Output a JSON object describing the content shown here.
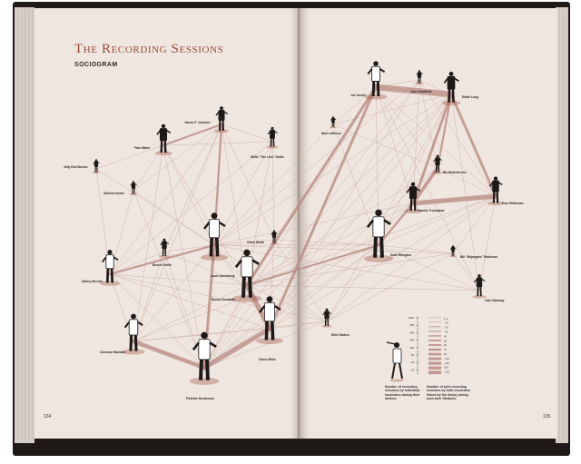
{
  "spread": {
    "title": "The Recording Sessions",
    "subtitle": "SOCIOGRAM",
    "page_left": "134",
    "page_right": "135"
  },
  "musicians": [
    {
      "id": "jelly",
      "label": "Jelly Roll Morton"
    },
    {
      "id": "fats",
      "label": "Fats Waller"
    },
    {
      "id": "jpj",
      "label": "James P. Johnson"
    },
    {
      "id": "willie",
      "label": "Willie “The Lion” Smith"
    },
    {
      "id": "alberta",
      "label": "Alberta Hunter"
    },
    {
      "id": "bessie",
      "label": "Bessie Smith"
    },
    {
      "id": "louis",
      "label": "Louis Armstrong"
    },
    {
      "id": "chick",
      "label": "Chick Webb"
    },
    {
      "id": "sidney",
      "label": "Sidney Bechet"
    },
    {
      "id": "benny",
      "label": "Benny Goodman"
    },
    {
      "id": "coleman",
      "label": "Coleman Hawkins"
    },
    {
      "id": "glenn",
      "label": "Glenn Miller"
    },
    {
      "id": "ethel",
      "label": "Ethel Waters"
    },
    {
      "id": "fletcher",
      "label": "Fletcher Henderson"
    },
    {
      "id": "joe",
      "label": "Joe Venuti"
    },
    {
      "id": "jean",
      "label": "Jean Goldkette"
    },
    {
      "id": "eddie",
      "label": "Eddie Lang"
    },
    {
      "id": "nick",
      "label": "Nick LaRocca"
    },
    {
      "id": "bix",
      "label": "Bix Beiderbecke"
    },
    {
      "id": "frankie",
      "label": "Frankie Trumbauer"
    },
    {
      "id": "paul",
      "label": "Paul Whiteman"
    },
    {
      "id": "duke",
      "label": "Duke Ellington"
    },
    {
      "id": "bill",
      "label": "Bill “Bojangles” Robinson"
    },
    {
      "id": "cab",
      "label": "Cab Calloway"
    }
  ],
  "links": [
    [
      "jelly",
      "sidney"
    ],
    [
      "jelly",
      "fats"
    ],
    [
      "jelly",
      "louis"
    ],
    [
      "fats",
      "jpj"
    ],
    [
      "fats",
      "alberta"
    ],
    [
      "fats",
      "benny"
    ],
    [
      "fats",
      "coleman"
    ],
    [
      "fats",
      "fletcher"
    ],
    [
      "fats",
      "louis"
    ],
    [
      "fats",
      "willie"
    ],
    [
      "jpj",
      "bessie"
    ],
    [
      "jpj",
      "louis"
    ],
    [
      "jpj",
      "sidney"
    ],
    [
      "jpj",
      "coleman"
    ],
    [
      "jpj",
      "chick"
    ],
    [
      "jpj",
      "benny"
    ],
    [
      "jpj",
      "fletcher"
    ],
    [
      "jpj",
      "willie"
    ],
    [
      "jpj",
      "alberta"
    ],
    [
      "willie",
      "louis"
    ],
    [
      "willie",
      "benny"
    ],
    [
      "willie",
      "chick"
    ],
    [
      "willie",
      "sidney"
    ],
    [
      "alberta",
      "louis"
    ],
    [
      "alberta",
      "sidney"
    ],
    [
      "alberta",
      "fletcher"
    ],
    [
      "bessie",
      "louis"
    ],
    [
      "bessie",
      "fletcher"
    ],
    [
      "bessie",
      "coleman"
    ],
    [
      "bessie",
      "benny"
    ],
    [
      "bessie",
      "sidney"
    ],
    [
      "louis",
      "fletcher"
    ],
    [
      "louis",
      "coleman"
    ],
    [
      "louis",
      "sidney"
    ],
    [
      "louis",
      "benny"
    ],
    [
      "louis",
      "glenn"
    ],
    [
      "louis",
      "chick"
    ],
    [
      "louis",
      "duke"
    ],
    [
      "louis",
      "ethel"
    ],
    [
      "louis",
      "eddie"
    ],
    [
      "louis",
      "jean"
    ],
    [
      "louis",
      "frankie"
    ],
    [
      "louis",
      "cab"
    ],
    [
      "louis",
      "nick"
    ],
    [
      "louis",
      "bill"
    ],
    [
      "chick",
      "benny"
    ],
    [
      "chick",
      "glenn"
    ],
    [
      "chick",
      "ethel"
    ],
    [
      "chick",
      "joe"
    ],
    [
      "chick",
      "duke"
    ],
    [
      "chick",
      "fletcher"
    ],
    [
      "sidney",
      "coleman"
    ],
    [
      "sidney",
      "fletcher"
    ],
    [
      "sidney",
      "benny"
    ],
    [
      "sidney",
      "glenn"
    ],
    [
      "sidney",
      "ethel"
    ],
    [
      "benny",
      "fletcher"
    ],
    [
      "benny",
      "coleman"
    ],
    [
      "benny",
      "glenn"
    ],
    [
      "benny",
      "ethel"
    ],
    [
      "benny",
      "joe"
    ],
    [
      "benny",
      "eddie"
    ],
    [
      "benny",
      "bix"
    ],
    [
      "benny",
      "frankie"
    ],
    [
      "benny",
      "duke"
    ],
    [
      "benny",
      "cab"
    ],
    [
      "benny",
      "paul"
    ],
    [
      "benny",
      "bill"
    ],
    [
      "coleman",
      "fletcher"
    ],
    [
      "coleman",
      "glenn"
    ],
    [
      "coleman",
      "duke"
    ],
    [
      "coleman",
      "ethel"
    ],
    [
      "glenn",
      "fletcher"
    ],
    [
      "glenn",
      "ethel"
    ],
    [
      "glenn",
      "joe"
    ],
    [
      "glenn",
      "eddie"
    ],
    [
      "glenn",
      "jean"
    ],
    [
      "glenn",
      "paul"
    ],
    [
      "glenn",
      "duke"
    ],
    [
      "ethel",
      "fletcher"
    ],
    [
      "ethel",
      "duke"
    ],
    [
      "ethel",
      "eddie"
    ],
    [
      "ethel",
      "paul"
    ],
    [
      "ethel",
      "bill"
    ],
    [
      "fletcher",
      "joe"
    ],
    [
      "fletcher",
      "eddie"
    ],
    [
      "fletcher",
      "bix"
    ],
    [
      "fletcher",
      "duke"
    ],
    [
      "fletcher",
      "jean"
    ],
    [
      "fletcher",
      "frankie"
    ],
    [
      "joe",
      "jean"
    ],
    [
      "joe",
      "eddie"
    ],
    [
      "joe",
      "bix"
    ],
    [
      "joe",
      "frankie"
    ],
    [
      "joe",
      "paul"
    ],
    [
      "joe",
      "nick"
    ],
    [
      "joe",
      "duke"
    ],
    [
      "joe",
      "cab"
    ],
    [
      "jean",
      "eddie"
    ],
    [
      "jean",
      "bix"
    ],
    [
      "jean",
      "frankie"
    ],
    [
      "jean",
      "paul"
    ],
    [
      "eddie",
      "bix"
    ],
    [
      "eddie",
      "frankie"
    ],
    [
      "eddie",
      "paul"
    ],
    [
      "eddie",
      "nick"
    ],
    [
      "eddie",
      "duke"
    ],
    [
      "eddie",
      "cab"
    ],
    [
      "nick",
      "bix"
    ],
    [
      "nick",
      "duke"
    ],
    [
      "bix",
      "frankie"
    ],
    [
      "bix",
      "paul"
    ],
    [
      "bix",
      "duke"
    ],
    [
      "frankie",
      "paul"
    ],
    [
      "frankie",
      "duke"
    ],
    [
      "paul",
      "duke"
    ],
    [
      "paul",
      "bill"
    ],
    [
      "paul",
      "cab"
    ],
    [
      "duke",
      "cab"
    ],
    [
      "duke",
      "bill"
    ],
    [
      "bill",
      "cab"
    ]
  ],
  "strong_links": [
    [
      "joe",
      "eddie",
      9
    ],
    [
      "frankie",
      "paul",
      7
    ],
    [
      "benny",
      "glenn",
      7
    ],
    [
      "glenn",
      "fletcher",
      7
    ],
    [
      "bix",
      "frankie",
      5
    ],
    [
      "fletcher",
      "coleman",
      6
    ],
    [
      "fletcher",
      "louis",
      4
    ],
    [
      "joe",
      "benny",
      4
    ],
    [
      "eddie",
      "paul",
      4
    ],
    [
      "eddie",
      "frankie",
      4
    ],
    [
      "joe",
      "glenn",
      4
    ],
    [
      "fats",
      "jpj",
      3
    ],
    [
      "jpj",
      "louis",
      3
    ],
    [
      "louis",
      "sidney",
      3
    ],
    [
      "duke",
      "benny",
      3
    ],
    [
      "eddie",
      "bix",
      3
    ],
    [
      "frankie",
      "duke",
      3
    ]
  ],
  "legend": {
    "left_ticks": [
      "1000",
      "500",
      "300",
      "200",
      "100",
      "50",
      "25",
      "10"
    ],
    "right_ticks": [
      "1–4",
      "~10",
      "~20",
      "~30",
      "40",
      "50",
      "60",
      "70",
      "80",
      "~110",
      "~130",
      "150",
      "~170"
    ],
    "caption_left": "Number of recording sessions by individual musicians during their lifetime",
    "caption_right": "Number of joint recording sessions by both musicians linked by the line(s) during both their lifetimes."
  },
  "colors": {
    "paper": "#efe6df",
    "accent": "#9b4a3c",
    "link": "#c9a8a2",
    "link_strong": "#b88a83",
    "ink": "#1e1a18",
    "cover": "#231c1a"
  }
}
